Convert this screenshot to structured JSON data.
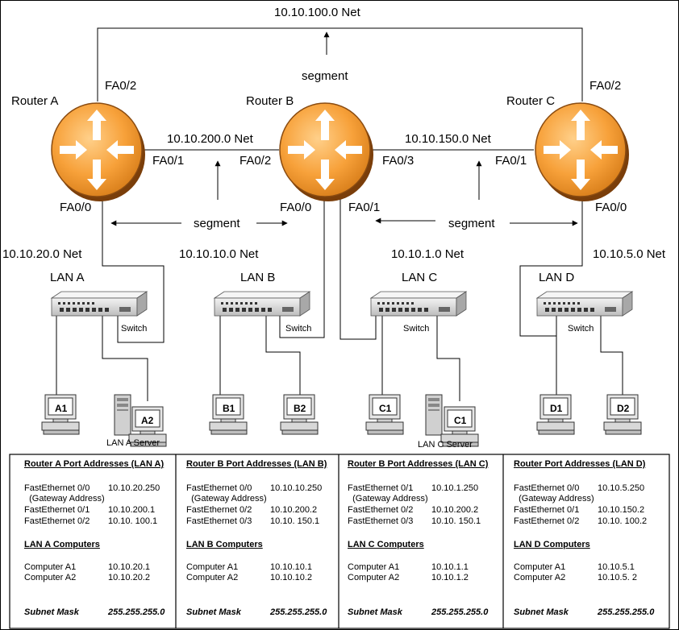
{
  "top": {
    "net_100": "10.10.100.0 Net",
    "segment_top": "segment",
    "net_200": "10.10.200.0 Net",
    "net_150": "10.10.150.0 Net",
    "segment_left": "segment",
    "segment_right": "segment"
  },
  "routers": {
    "a": {
      "label": "Router A",
      "fa02": "FA0/2",
      "fa01": "FA0/1",
      "fa00": "FA0/0"
    },
    "b": {
      "label": "Router B",
      "fa02": "FA0/2",
      "fa03": "FA0/3",
      "fa00": "FA0/0",
      "fa01": "FA0/1"
    },
    "c": {
      "label": "Router C",
      "fa02": "FA0/2",
      "fa01": "FA0/1",
      "fa00": "FA0/0"
    }
  },
  "nets": {
    "lan_a": "10.10.20.0 Net",
    "lan_b": "10.10.10.0 Net",
    "lan_c": "10.10.1.0 Net",
    "lan_d": "10.10.5.0 Net"
  },
  "lans": {
    "a": {
      "label": "LAN A",
      "switch": "Switch",
      "pc1": "A1",
      "pc2": "A2",
      "server": "LAN A Server"
    },
    "b": {
      "label": "LAN B",
      "switch": "Switch",
      "pc1": "B1",
      "pc2": "B2"
    },
    "c": {
      "label": "LAN C",
      "switch": "Switch",
      "pc1": "C1",
      "pc2": "C1",
      "server": "LAN C Server"
    },
    "d": {
      "label": "LAN D",
      "switch": "Switch",
      "pc1": "D1",
      "pc2": "D2"
    }
  },
  "panels": [
    {
      "title": "Router A  Port Addresses (LAN A)",
      "rows": [
        {
          "k": "FastEthernet 0/0",
          "v": "10.10.20.250"
        },
        {
          "k": "  (Gateway Address)",
          "v": ""
        },
        {
          "k": "FastEthernet 0/1",
          "v": "10.10.200.1"
        },
        {
          "k": "FastEthernet 0/2",
          "v": "10.10. 100.1"
        }
      ],
      "sub": "LAN A Computers",
      "computers": [
        {
          "k": "Computer A1",
          "v": "10.10.20.1"
        },
        {
          "k": "Computer A2",
          "v": "10.10.20.2"
        }
      ],
      "mask_label": "Subnet Mask",
      "mask": "255.255.255.0"
    },
    {
      "title": "Router B Port Addresses (LAN B)",
      "rows": [
        {
          "k": "FastEthernet 0/0",
          "v": "10.10.10.250"
        },
        {
          "k": "  (Gateway Address)",
          "v": ""
        },
        {
          "k": "FastEthernet 0/2",
          "v": "10.10.200.2"
        },
        {
          "k": "FastEthernet 0/3",
          "v": "10.10. 150.1"
        }
      ],
      "sub": "LAN B Computers",
      "computers": [
        {
          "k": "Computer A1",
          "v": "10.10.10.1"
        },
        {
          "k": "Computer A2",
          "v": "10.10.10.2"
        }
      ],
      "mask_label": "Subnet Mask",
      "mask": "255.255.255.0"
    },
    {
      "title": "Router B Port Addresses (LAN C)",
      "rows": [
        {
          "k": "FastEthernet 0/1",
          "v": "10.10.1.250"
        },
        {
          "k": "  (Gateway Address)",
          "v": ""
        },
        {
          "k": "FastEthernet 0/2",
          "v": "10.10.200.2"
        },
        {
          "k": "FastEthernet 0/3",
          "v": "10.10. 150.1"
        }
      ],
      "sub": "LAN C Computers",
      "computers": [
        {
          "k": "Computer A1",
          "v": "10.10.1.1"
        },
        {
          "k": "Computer A2",
          "v": "10.10.1.2"
        }
      ],
      "mask_label": "Subnet Mask",
      "mask": "255.255.255.0"
    },
    {
      "title": "Router Port Addresses (LAN D)",
      "rows": [
        {
          "k": "FastEthernet 0/0",
          "v": "10.10.5.250"
        },
        {
          "k": "  (Gateway Address)",
          "v": ""
        },
        {
          "k": "FastEthernet 0/1",
          "v": "10.10.150.2"
        },
        {
          "k": "FastEthernet 0/2",
          "v": "10.10. 100.2"
        }
      ],
      "sub": "LAN D Computers",
      "computers": [
        {
          "k": "Computer A1",
          "v": "10.10.5.1"
        },
        {
          "k": "Computer A2",
          "v": "10.10.5. 2"
        }
      ],
      "mask_label": "Subnet Mask",
      "mask": "255.255.255.0"
    }
  ],
  "colors": {
    "router_fill": "#f7a13a",
    "router_edge": "#8a4b10",
    "switch_body": "#e2e2e2",
    "line": "#000000"
  }
}
